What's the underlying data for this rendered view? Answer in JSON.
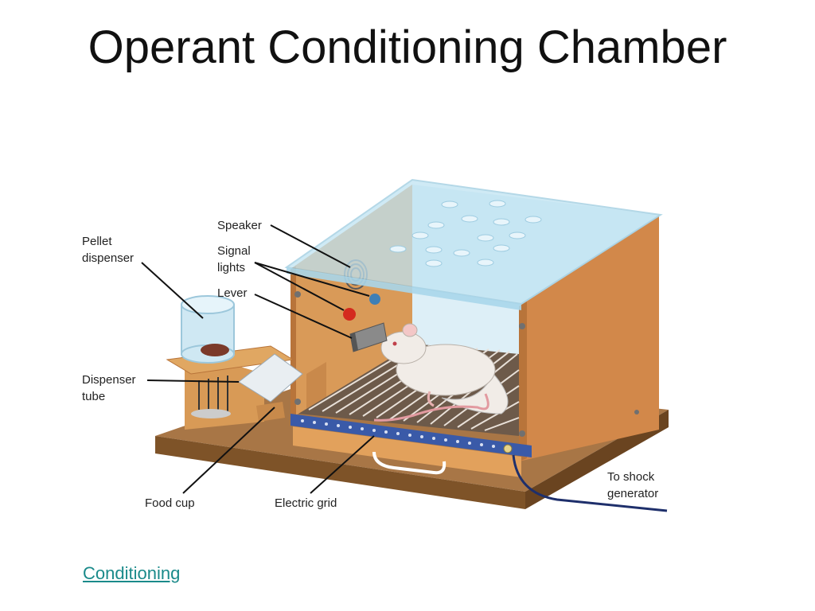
{
  "title": "Operant Conditioning Chamber",
  "labels": {
    "pellet_dispenser": [
      "Pellet",
      "dispenser"
    ],
    "speaker": "Speaker",
    "signal_lights": [
      "Signal",
      "lights"
    ],
    "lever": "Lever",
    "dispenser_tube": [
      "Dispenser",
      "tube"
    ],
    "food_cup": "Food cup",
    "electric_grid": "Electric grid",
    "to_shock_generator": [
      "To shock",
      "generator"
    ]
  },
  "link": {
    "text": "Conditioning"
  },
  "colors": {
    "wood": "#d9954f",
    "wood_dark": "#b8743a",
    "base": "#9a6a3a",
    "glass": "#bfe3f2",
    "grid_bar": "#3a5aa8",
    "light_red": "#d42a1e",
    "light_blue": "#3f7fb5",
    "link": "#1a8a8a"
  }
}
